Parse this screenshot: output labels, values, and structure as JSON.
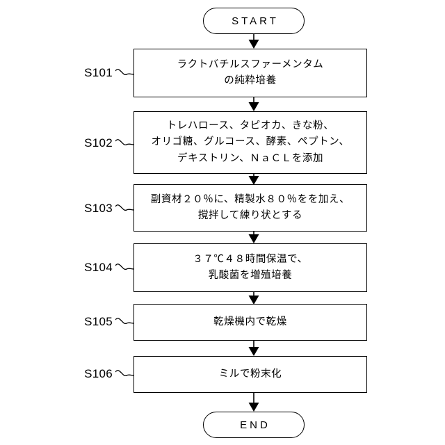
{
  "diagram": {
    "type": "flowchart",
    "orientation": "vertical",
    "background_color": "#ffffff",
    "line_color": "#000000",
    "start_label": "START",
    "end_label": "END",
    "steps": [
      {
        "id": "S101",
        "lines": [
          "ラクトバチルスファーメンタム",
          "の純粋培養"
        ]
      },
      {
        "id": "S102",
        "lines": [
          "トレハロース、タピオカ、きな粉、",
          "オリゴ糖、グルコース、酵素、ペプトン、",
          "デキストリン、ＮａＣＬを添加"
        ]
      },
      {
        "id": "S103",
        "lines": [
          "副資材２０％に、精製水８０％をを加え、",
          "撹拌して練り状とする"
        ]
      },
      {
        "id": "S104",
        "lines": [
          "３７℃４８時間保温で、",
          "乳酸菌を増殖培養"
        ]
      },
      {
        "id": "S105",
        "lines": [
          "乾燥機内で乾燥"
        ]
      },
      {
        "id": "S106",
        "lines": [
          "ミルで粉末化"
        ]
      }
    ]
  }
}
